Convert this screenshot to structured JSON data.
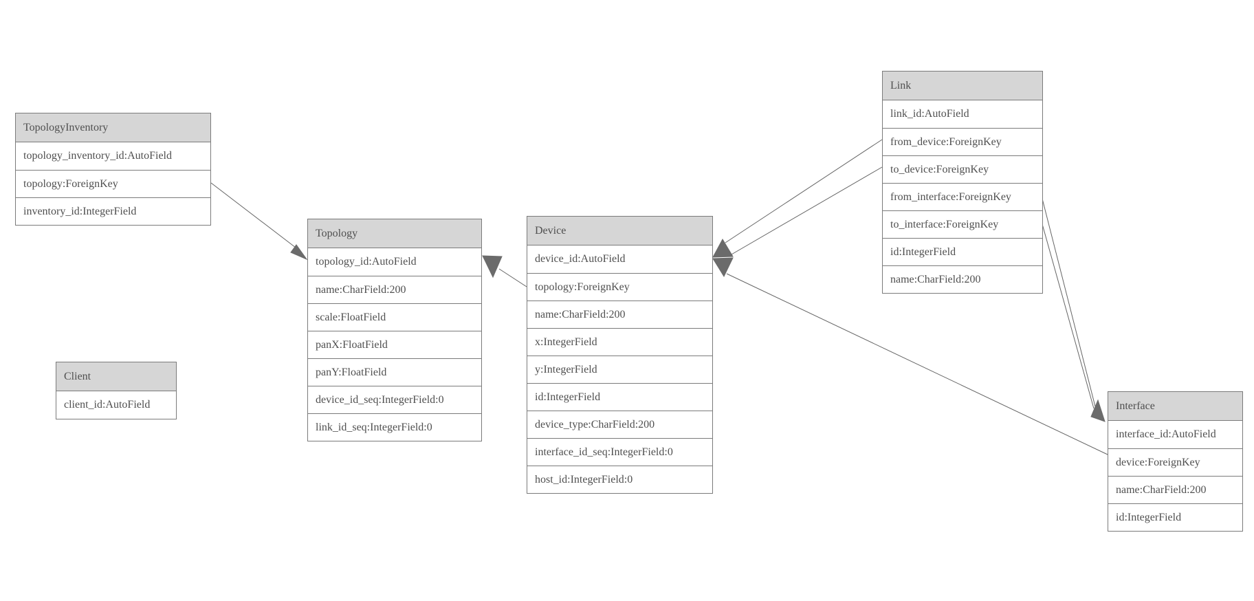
{
  "diagram": {
    "kind": "entity-relationship-model-graph",
    "entities": [
      {
        "name": "TopologyInventory",
        "fields": [
          "topology_inventory_id:AutoField",
          "topology:ForeignKey",
          "inventory_id:IntegerField"
        ]
      },
      {
        "name": "Topology",
        "fields": [
          "topology_id:AutoField",
          "name:CharField:200",
          "scale:FloatField",
          "panX:FloatField",
          "panY:FloatField",
          "device_id_seq:IntegerField:0",
          "link_id_seq:IntegerField:0"
        ]
      },
      {
        "name": "Client",
        "fields": [
          "client_id:AutoField"
        ]
      },
      {
        "name": "Device",
        "fields": [
          "device_id:AutoField",
          "topology:ForeignKey",
          "name:CharField:200",
          "x:IntegerField",
          "y:IntegerField",
          "id:IntegerField",
          "device_type:CharField:200",
          "interface_id_seq:IntegerField:0",
          "host_id:IntegerField:0"
        ]
      },
      {
        "name": "Link",
        "fields": [
          "link_id:AutoField",
          "from_device:ForeignKey",
          "to_device:ForeignKey",
          "from_interface:ForeignKey",
          "to_interface:ForeignKey",
          "id:IntegerField",
          "name:CharField:200"
        ]
      },
      {
        "name": "Interface",
        "fields": [
          "interface_id:AutoField",
          "device:ForeignKey",
          "name:CharField:200",
          "id:IntegerField"
        ]
      }
    ],
    "relations": [
      {
        "from": "TopologyInventory.topology",
        "to": "Topology.topology_id"
      },
      {
        "from": "Device.topology",
        "to": "Topology.topology_id"
      },
      {
        "from": "Link.from_device",
        "to": "Device.device_id"
      },
      {
        "from": "Link.to_device",
        "to": "Device.device_id"
      },
      {
        "from": "Link.from_interface",
        "to": "Interface.interface_id"
      },
      {
        "from": "Link.to_interface",
        "to": "Interface.interface_id"
      },
      {
        "from": "Interface.device",
        "to": "Device.device_id"
      }
    ],
    "colors": {
      "canvas": "#ffffff",
      "header_bg": "#d6d6d6",
      "border": "#7a7a7a",
      "text": "#4f4f4f",
      "edge": "#646464",
      "arrow": "#6b6b6b"
    }
  }
}
